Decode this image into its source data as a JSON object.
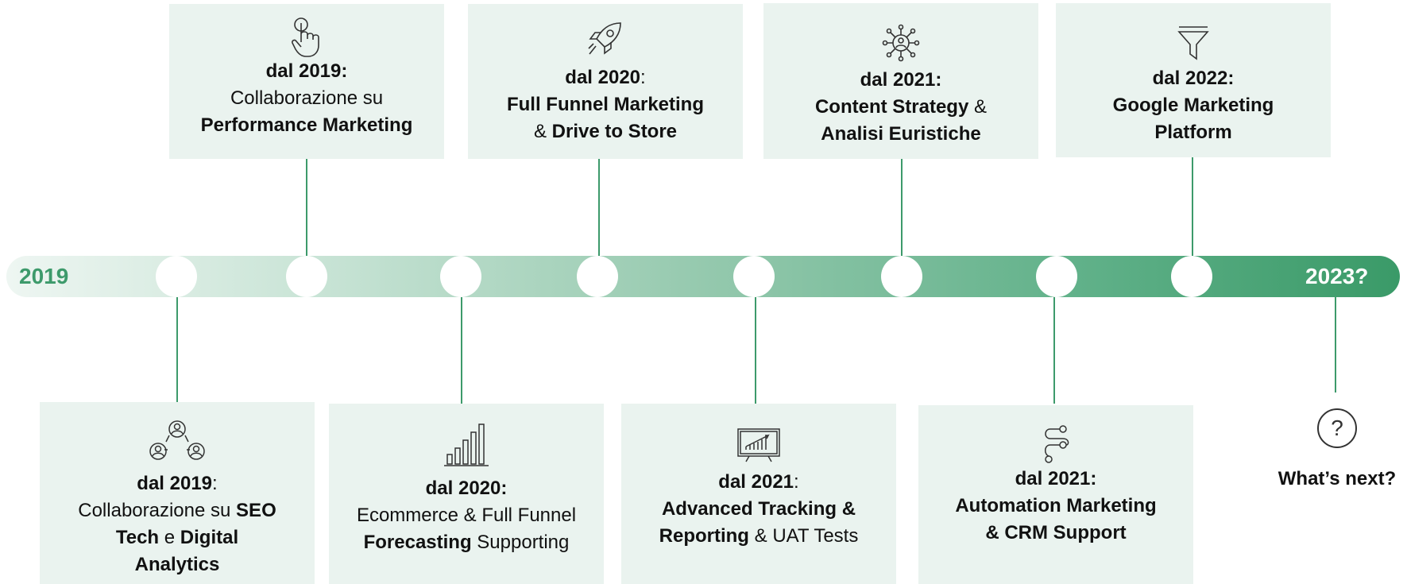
{
  "timeline": {
    "start_label": "2019",
    "end_label": "2023?"
  },
  "top_cards": [
    {
      "icon": "pointer-hand-icon",
      "lines": [
        [
          {
            "t": "dal 2019:",
            "b": true
          }
        ],
        [
          {
            "t": "Collaborazione su",
            "b": false
          }
        ],
        [
          {
            "t": "Performance Marketing",
            "b": true
          }
        ]
      ]
    },
    {
      "icon": "rocket-icon",
      "lines": [
        [
          {
            "t": "dal 2020",
            "b": true
          },
          {
            "t": ":",
            "b": false
          }
        ],
        [
          {
            "t": "Full Funnel Marketing",
            "b": true
          }
        ],
        [
          {
            "t": "& ",
            "b": false
          },
          {
            "t": "Drive to Store",
            "b": true
          }
        ]
      ]
    },
    {
      "icon": "network-user-icon",
      "lines": [
        [
          {
            "t": "dal 2021:",
            "b": true
          }
        ],
        [
          {
            "t": "Content Strategy",
            "b": true
          },
          {
            "t": " &",
            "b": false
          }
        ],
        [
          {
            "t": "Analisi Euristiche",
            "b": true
          }
        ]
      ]
    },
    {
      "icon": "funnel-icon",
      "lines": [
        [
          {
            "t": "dal 2022:",
            "b": true
          }
        ],
        [
          {
            "t": "Google Marketing",
            "b": true
          }
        ],
        [
          {
            "t": "Platform",
            "b": true
          }
        ]
      ]
    }
  ],
  "bottom_cards": [
    {
      "icon": "people-group-icon",
      "lines": [
        [
          {
            "t": "dal 2019",
            "b": true
          },
          {
            "t": ":",
            "b": false
          }
        ],
        [
          {
            "t": "Collaborazione su ",
            "b": false
          },
          {
            "t": "SEO",
            "b": true
          }
        ],
        [
          {
            "t": "Tech",
            "b": true
          },
          {
            "t": " e ",
            "b": false
          },
          {
            "t": "Digital",
            "b": true
          }
        ],
        [
          {
            "t": "Analytics",
            "b": true
          }
        ]
      ]
    },
    {
      "icon": "bar-chart-icon",
      "lines": [
        [
          {
            "t": "dal 2020:",
            "b": true
          }
        ],
        [
          {
            "t": "Ecommerce & Full Funnel",
            "b": false
          }
        ],
        [
          {
            "t": "Forecasting",
            "b": true
          },
          {
            "t": " Supporting",
            "b": false
          }
        ]
      ]
    },
    {
      "icon": "presentation-chart-icon",
      "lines": [
        [
          {
            "t": "dal 2021",
            "b": true
          },
          {
            "t": ":",
            "b": false
          }
        ],
        [
          {
            "t": "Advanced Tracking &",
            "b": true
          }
        ],
        [
          {
            "t": "Reporting",
            "b": true
          },
          {
            "t": " & UAT Tests",
            "b": false
          }
        ]
      ]
    },
    {
      "icon": "automation-path-icon",
      "lines": [
        [
          {
            "t": "dal 2021:",
            "b": true
          }
        ],
        [
          {
            "t": "Automation Marketing",
            "b": true
          }
        ],
        [
          {
            "t": "& CRM Support",
            "b": true
          }
        ]
      ]
    }
  ],
  "next": {
    "symbol": "?",
    "label": "What’s next?"
  },
  "colors": {
    "accent": "#3d9a6b",
    "card_bg": "#eaf3ef"
  }
}
